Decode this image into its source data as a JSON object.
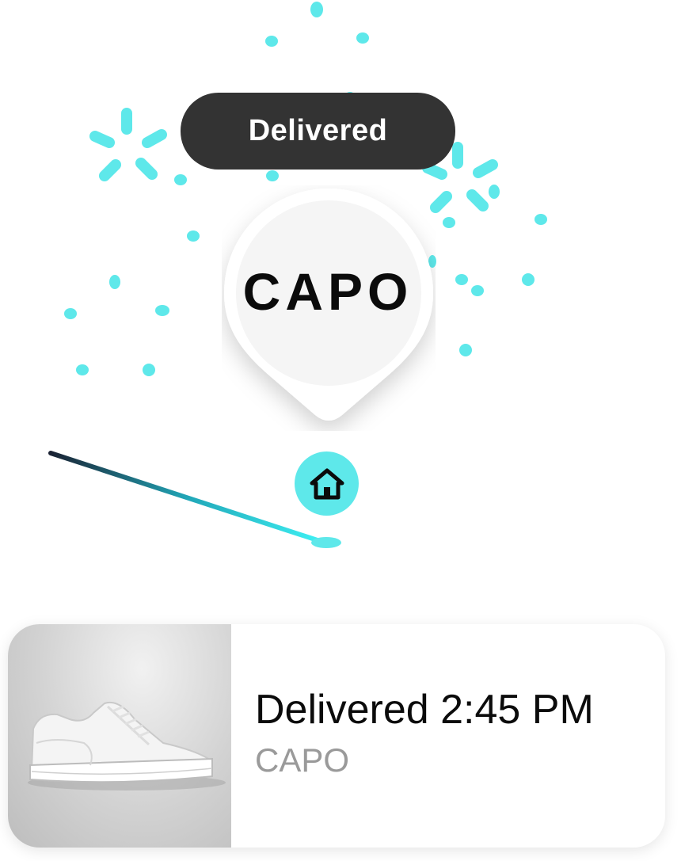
{
  "status": {
    "label": "Delivered"
  },
  "map": {
    "brand_pin_label": "CAPO",
    "home_icon": "home-icon",
    "accent_color": "#5ee8ea"
  },
  "delivery_card": {
    "title": "Delivered 2:45 PM",
    "subtitle": "CAPO",
    "image": "white-sneaker-photo"
  },
  "colors": {
    "pill_bg": "#333333",
    "confetti": "#5ee8ea",
    "route_start": "#1a2233",
    "route_end": "#3ff3f6"
  }
}
